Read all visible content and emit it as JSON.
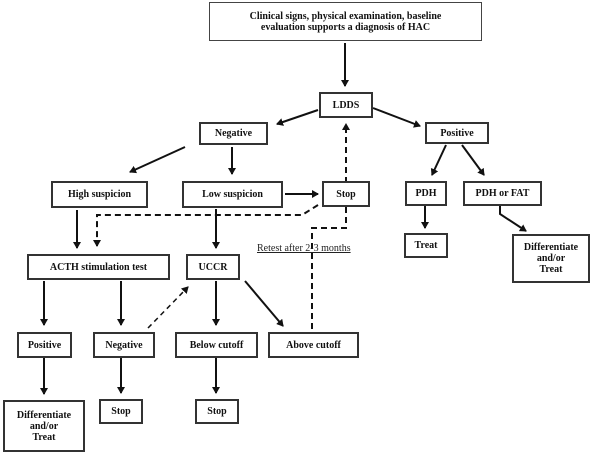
{
  "nodes": {
    "start": "Clinical signs, physical examination, baseline\nevaluation supports a diagnosis of HAC",
    "lddst": "LDDS",
    "negative": "Negative",
    "positive": "Positive",
    "high_suspicion": "High suspicion",
    "low_suspicion": "Low suspicion",
    "stop_low": "Stop",
    "pdh": "PDH",
    "pdh_or_fat": "PDH or FAT",
    "treat": "Treat",
    "differentiate_right": "Differentiate\nand/or\nTreat",
    "acth_test": "ACTH stimulation test",
    "uccr": "UCCR",
    "acth_positive": "Positive",
    "acth_negative": "Negative",
    "below_cutoff": "Below cutoff",
    "above_cutoff": "Above cutoff",
    "differentiate_left": "Differentiate\nand/or\nTreat",
    "stop_acth": "Stop",
    "stop_uccr": "Stop"
  },
  "labels": {
    "retest": "Retest after 2-3 months"
  }
}
